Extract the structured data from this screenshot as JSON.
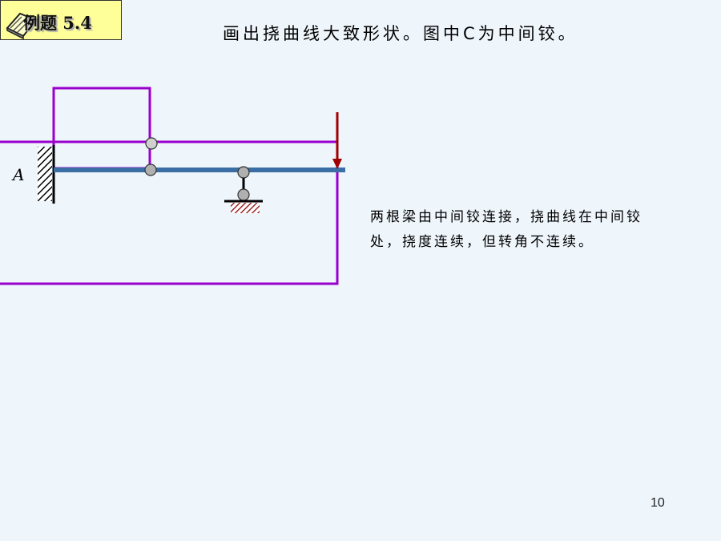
{
  "header": {
    "badge_text": "例题 5.4",
    "badge_color": "#ffff99",
    "book_icon": "book-icon"
  },
  "title": "画出挠曲线大致形状。图中C为中间铰。",
  "diagram": {
    "support_label": "A",
    "beam_color": "#3a6ea5",
    "curve_color": "#9900cc",
    "load_color": "#a00000",
    "icons": [
      "fixed-support-icon",
      "intermediate-hinge-icon",
      "roller-support-icon",
      "point-load-arrow-icon"
    ]
  },
  "note": "两根梁由中间铰连接，挠曲线在中间铰处，挠度连续，但转角不连续。",
  "page_number": "10"
}
